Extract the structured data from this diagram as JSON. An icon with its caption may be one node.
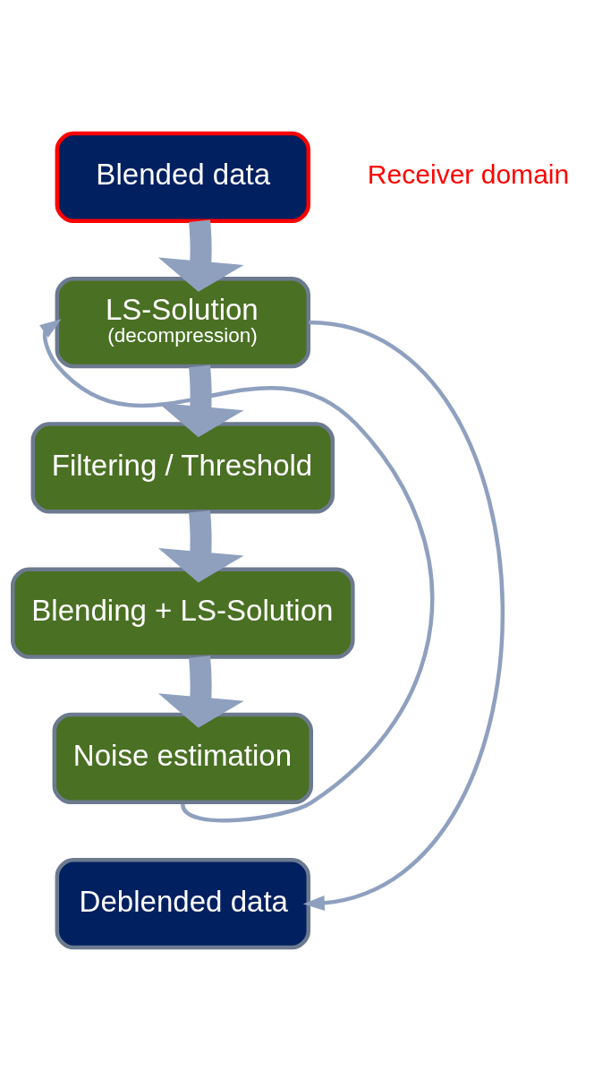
{
  "diagram": {
    "nodes": [
      {
        "text": [
          "Blended data"
        ],
        "beside": [
          "Receiver domain"
        ]
      },
      {
        "text": [
          "LS-Solution",
          "(decompression)"
        ]
      },
      {
        "text": [
          "Filtering / Threshold"
        ]
      },
      {
        "text": [
          "Blending + LS-Solution"
        ]
      },
      {
        "text": [
          "Noise estimation"
        ]
      },
      {
        "text": [
          "Deblended data"
        ]
      }
    ],
    "edges": [
      {
        "from": 0,
        "to": 1,
        "arrow": "to"
      },
      {
        "from": 1,
        "to": 2,
        "arrow": "to"
      },
      {
        "from": 2,
        "to": 3,
        "arrow": "to"
      },
      {
        "from": 3,
        "to": 4,
        "arrow": "to"
      },
      {
        "from": 4,
        "to": 1,
        "arrow": "to"
      },
      {
        "from": 1,
        "to": 5,
        "arrow": "to"
      }
    ]
  }
}
